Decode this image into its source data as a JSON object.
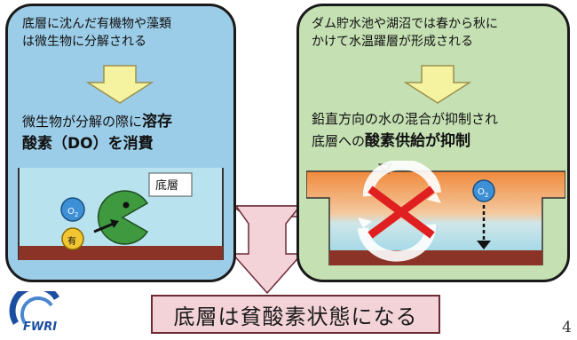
{
  "left": {
    "line1": "底層に沈んだ有機物や藻類",
    "line2": "は微生物に分解される",
    "line3_plain": "微生物が分解の際に",
    "line3_bold": "溶存",
    "line4": "酸素（DO）を消費",
    "scene": {
      "label_bottom": "底層",
      "o2_label": "O",
      "o2_sub": "2",
      "organic_label": "有"
    }
  },
  "right": {
    "line1": "ダム貯水池や湖沼では春から秋に",
    "line2": "かけて水温躍層が形成される",
    "line3": "鉛直方向の水の混合が抑制され",
    "line4_plain": "底層への",
    "line4_bold": "酸素供給が抑制",
    "scene": {
      "o2_label": "O",
      "o2_sub": "2"
    }
  },
  "result": {
    "text": "底層は貧酸素状態になる"
  },
  "logo": {
    "text": "FWRI"
  },
  "page_number": "4",
  "colors": {
    "left_panel": "#9ccde8",
    "right_panel": "#c5e0b3",
    "down_arrow": "#f6f3a0",
    "pink_arrow": "#f3d3d8",
    "sediment": "#8a3326",
    "water": "#b8e2ee",
    "pacman": "#3f9a3f"
  }
}
